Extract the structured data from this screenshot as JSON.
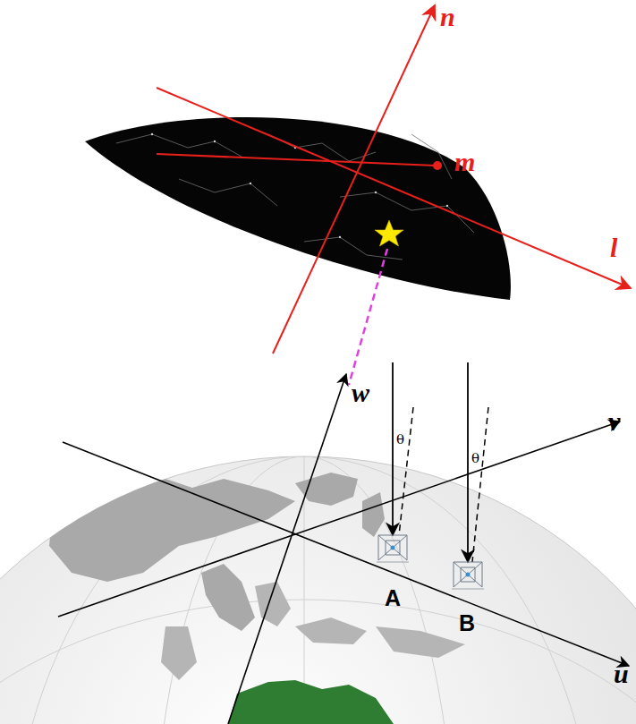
{
  "diagram": {
    "labels": [
      "n",
      "m",
      "l",
      "w",
      "v",
      "u",
      "θ",
      "θ",
      "A",
      "B"
    ]
  }
}
